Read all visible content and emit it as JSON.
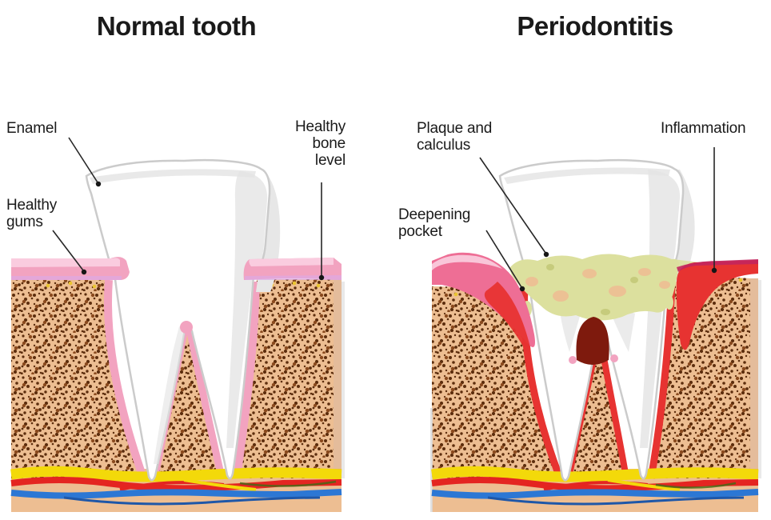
{
  "left_panel": {
    "title": "Normal tooth",
    "labels": {
      "enamel": "Enamel",
      "healthy_gums": "Healthy\ngums",
      "healthy_bone_level": "Healthy\nbone\nlevel"
    }
  },
  "right_panel": {
    "title": "Periodontitis",
    "labels": {
      "plaque_and_calculus": "Plaque and\ncalculus",
      "deepening_pocket": "Deepening\npocket",
      "inflammation": "Inflammation"
    }
  },
  "colors": {
    "text": "#1A1A1A",
    "bone": "#EDBE92",
    "bone_speckle": "#5C2D0D",
    "bone_edge": "#D9A071",
    "gum_pink": "#F2A3C0",
    "gum_light": "#FACFE0",
    "gum_lavender": "#DCA9E6",
    "gum_inflamed": "#EE6E95",
    "inflamed_red": "#E73331",
    "pocket_dark": "#7E1A0D",
    "tooth_white": "#FFFFFF",
    "tooth_shade": "#E3E3E3",
    "tooth_outline": "#CBCBCB",
    "plaque": "#DCE09E",
    "vessel_yellow": "#F3D90A",
    "vessel_red": "#E42521",
    "vessel_blue": "#2C77D4"
  }
}
